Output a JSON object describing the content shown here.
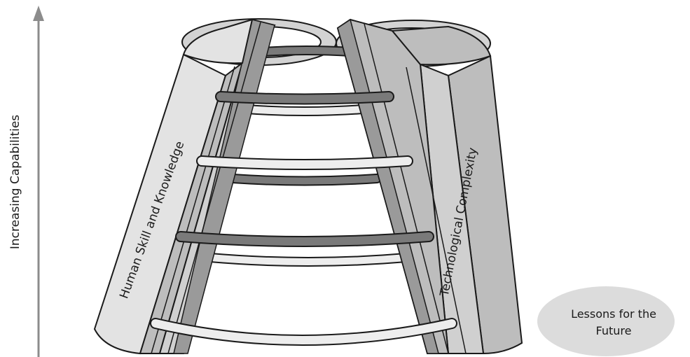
{
  "axis": {
    "label": "Increasing Capabilities"
  },
  "ladder": {
    "left_rail_label": "Human Skill and Knowledge",
    "right_rail_label": "Technological Complexity"
  },
  "callout": {
    "line1": "Lessons for the",
    "line2": "Future"
  },
  "colors": {
    "rail_light": "#e3e3e3",
    "rail_mid": "#bdbdbd",
    "rail_dark": "#9a9a9a",
    "rung_light": "#ededed",
    "rung_dark": "#7a7a7a",
    "outline": "#1a1a1a",
    "callout_fill": "#dcdcdc"
  }
}
